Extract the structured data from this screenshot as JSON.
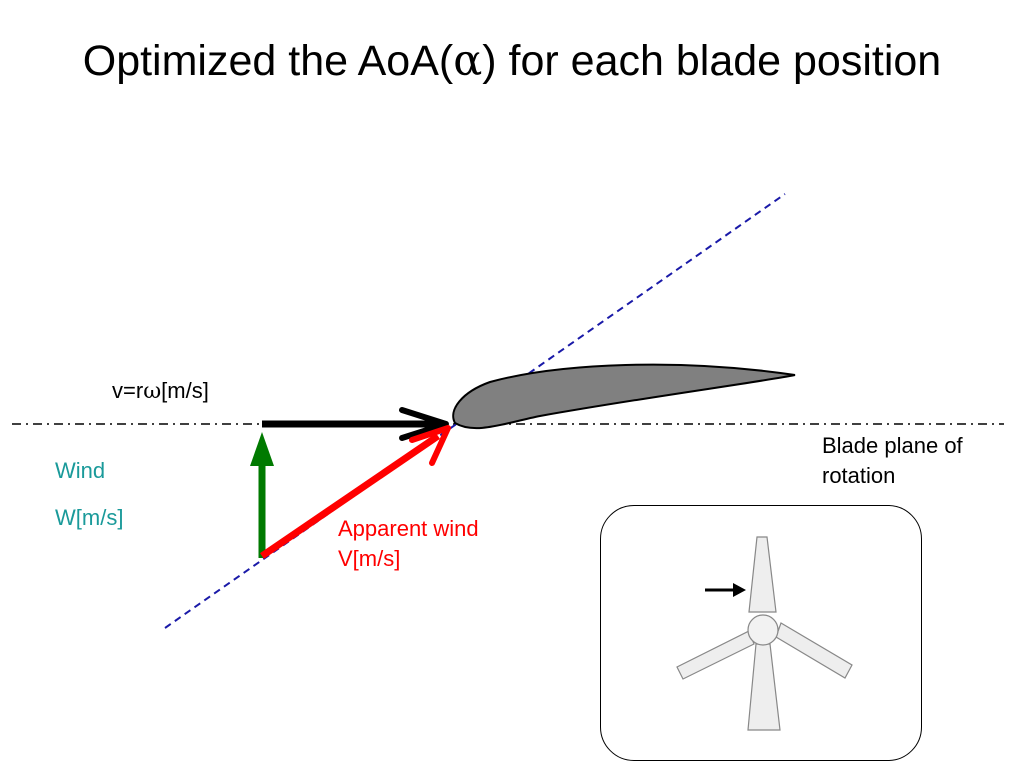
{
  "title": {
    "prefix": "Optimized the AoA(",
    "greek": "α",
    "suffix": ") for each blade position"
  },
  "labels": {
    "rotation_speed": {
      "prefix": "v=r",
      "greek": "ω",
      "suffix": "[m/s]"
    },
    "wind_name": "Wind",
    "wind_unit": "W[m/s]",
    "apparent_wind_name": "Apparent wind",
    "apparent_wind_unit": "V[m/s]",
    "blade_plane_line1": "Blade plane of",
    "blade_plane_line2": "rotation"
  },
  "colors": {
    "wind": "#007a00",
    "wind_text": "#1a9a9a",
    "apparent_wind": "#ff0000",
    "rotation_vector": "#000000",
    "chord_line": "#1a1aa8",
    "airfoil_fill": "#808080",
    "blade_fill": "#eeeeee"
  }
}
